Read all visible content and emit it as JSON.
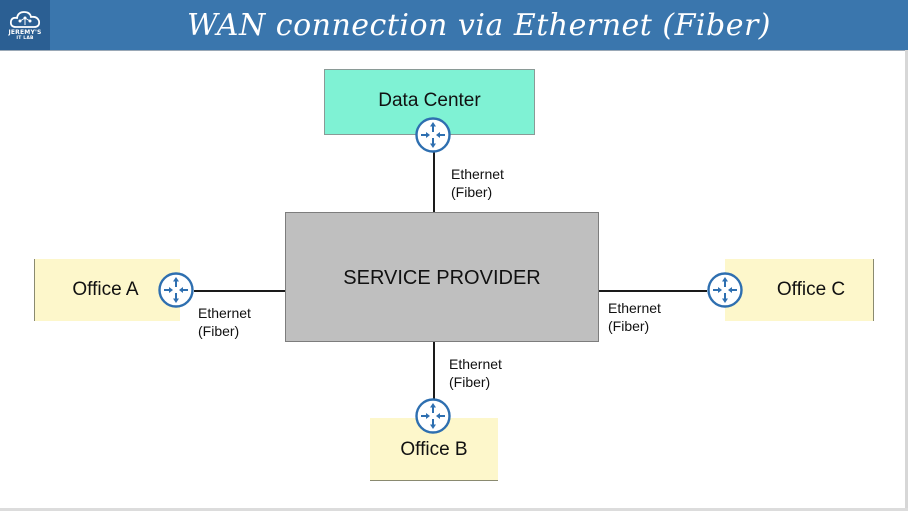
{
  "header": {
    "title": "WAN connection via Ethernet (Fiber)",
    "logo_line1": "JEREMY'S",
    "logo_line2": "IT LAB"
  },
  "nodes": {
    "data_center": "Data Center",
    "service_provider": "SERVICE PROVIDER",
    "office_a": "Office A",
    "office_b": "Office B",
    "office_c": "Office C"
  },
  "links": {
    "data_center": {
      "line1": "Ethernet",
      "line2": "(Fiber)"
    },
    "office_a": {
      "line1": "Ethernet",
      "line2": "(Fiber)"
    },
    "office_b": {
      "line1": "Ethernet",
      "line2": "(Fiber)"
    },
    "office_c": {
      "line1": "Ethernet",
      "line2": "(Fiber)"
    }
  },
  "icons": {
    "router": "router-icon",
    "logo": "cloud-logo-icon"
  },
  "colors": {
    "header": "#3a76ad",
    "data_center": "#7ff2d4",
    "service_provider": "#bfbfbf",
    "office": "#fdf7cb",
    "router": "#2e6fb0"
  }
}
